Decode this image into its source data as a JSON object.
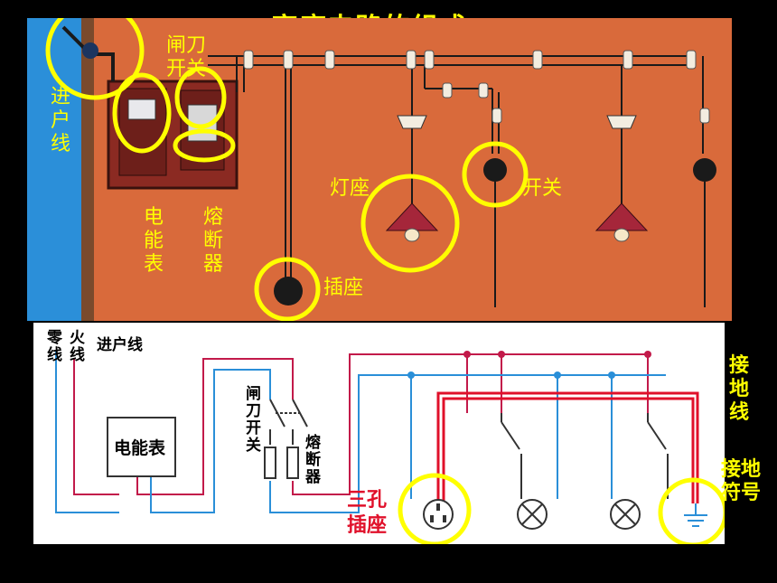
{
  "title": "一、家庭电路的组成",
  "top_labels": {
    "service_line": "进户线",
    "knife_switch": "闸刀开关",
    "meter": "电能表",
    "fuse": "熔断器",
    "lamp_holder": "灯座",
    "switch": "开关",
    "socket": "插座"
  },
  "diagram_labels": {
    "neutral": "零线",
    "live": "火线",
    "service_line": "进户线",
    "meter": "电能表",
    "knife_switch": "闸刀开关",
    "fuse": "熔断器",
    "three_pin_socket": "三孔插座",
    "ground_wire": "接地线",
    "ground_symbol": "接地符号"
  },
  "colors": {
    "highlight": "#ffff00",
    "live_wire": "#c21a4a",
    "neutral_wire": "#2a8fd8",
    "ground_wire": "#e0102a",
    "wall": "#d96a3b",
    "bg": "#000000"
  }
}
